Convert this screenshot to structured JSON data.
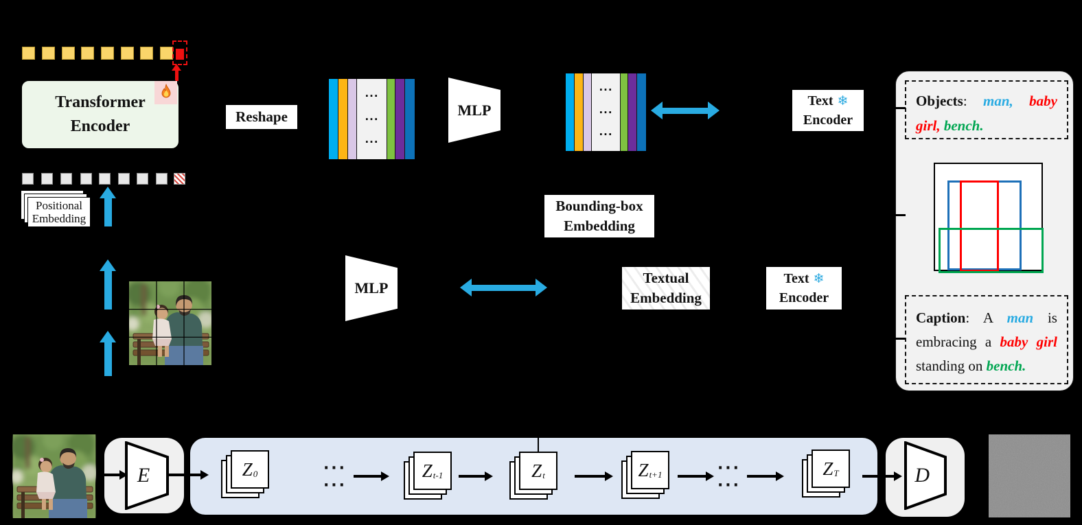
{
  "figure": {
    "transformer_encoder": {
      "line1": "Transformer",
      "line2": "Encoder"
    },
    "positional_embedding": {
      "line1": "Positional",
      "line2": "Embedding"
    },
    "reshape_label": "Reshape",
    "mlp_label": "MLP",
    "ellipsis": "···",
    "text_encoder": {
      "line1": "Text",
      "line2": "Encoder"
    },
    "snowflake_glyph": "❄",
    "bounding_box_embedding": {
      "line1": "Bounding-box",
      "line2": "Embedding"
    },
    "textual_embedding": {
      "line1": "Textual",
      "line2": "Embedding"
    }
  },
  "annotation_panel": {
    "objects": {
      "label": "Objects",
      "colon": ": ",
      "parts": [
        {
          "text": "man, ",
          "color": "#29ABE2"
        },
        {
          "text": "baby girl, ",
          "color": "#FF0000"
        },
        {
          "text": "bench.",
          "color": "#00A651"
        }
      ]
    },
    "caption": {
      "label": "Caption",
      "colon": ": ",
      "parts": [
        {
          "text": "A ",
          "color": "#111111"
        },
        {
          "text": "man",
          "color": "#29ABE2"
        },
        {
          "text": " is embracing a ",
          "color": "#111111"
        },
        {
          "text": "baby girl",
          "color": "#FF0000"
        },
        {
          "text": " standing on ",
          "color": "#111111"
        },
        {
          "text": "bench.",
          "color": "#00A651"
        }
      ]
    }
  },
  "diffusion": {
    "encoder_symbol": "E",
    "decoder_symbol": "D",
    "ellipsis": "···",
    "latents": [
      {
        "base": "Z",
        "sub": "0"
      },
      {
        "base": "Z",
        "sub": "t-1"
      },
      {
        "base": "Z",
        "sub": "t"
      },
      {
        "base": "Z",
        "sub": "t+1"
      },
      {
        "base": "Z",
        "sub": "T"
      }
    ]
  },
  "colors": {
    "background": "#000000",
    "accent_cyan": "#29ABE2",
    "token_yellow": "#FAD56A",
    "learnable_token_red": "#EE1111",
    "transformer_box_green": "#EDF6EA",
    "bbox_blue": "#1D70B8",
    "bbox_red": "#FF0000",
    "bbox_green": "#00A651",
    "diffusion_box_blue": "#DEE7F4",
    "embedding_bar_colors": [
      "#00AEEF",
      "#FDB515",
      "#D9C7E6",
      "#F2F2F2",
      "#7FC241",
      "#6C2E9C",
      "#0D72B9"
    ]
  }
}
